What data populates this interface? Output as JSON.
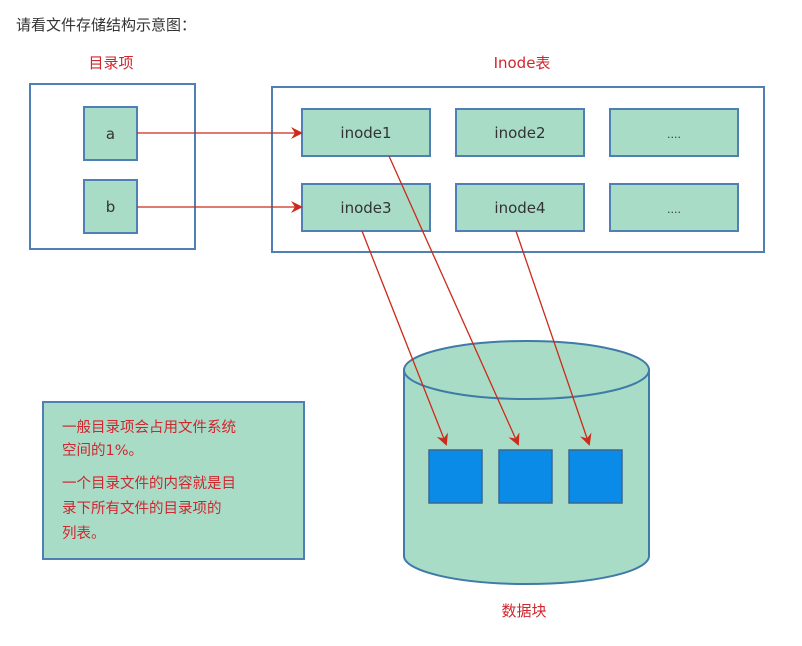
{
  "intro": "请看文件存储结构示意图：",
  "colors": {
    "box_border": "#4f7fb3",
    "cell_fill": "#a8dcc6",
    "arrow": "#cc2a1a",
    "label": "#d0262e",
    "block_fill": "#0a8be8"
  },
  "directory": {
    "title": "目录项",
    "entries": [
      "a",
      "b"
    ]
  },
  "inode_table": {
    "title": "Inode表",
    "cells": [
      [
        "inode1",
        "inode2",
        "...."
      ],
      [
        "inode3",
        "inode4",
        "...."
      ]
    ]
  },
  "links": [
    {
      "from": "a",
      "to": "inode1"
    },
    {
      "from": "b",
      "to": "inode3"
    },
    {
      "from": "inode3",
      "to": "block 1"
    },
    {
      "from": "inode1",
      "to": "block 2"
    },
    {
      "from": "inode4",
      "to": "block 3"
    }
  ],
  "data_store": {
    "title": "数据块",
    "block_count": 3
  },
  "note": {
    "paragraphs": [
      [
        "一般目录项会占用文件系统",
        "空间的1%。"
      ],
      [
        "一个目录文件的内容就是目",
        "录下所有文件的目录项的",
        "列表。"
      ]
    ]
  }
}
